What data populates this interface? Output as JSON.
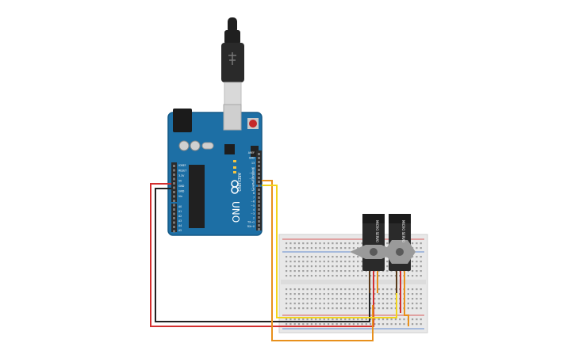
{
  "arduino": {
    "logo_text": "ARDUINO",
    "model": "UNO",
    "power_header_labels": [
      "IOREF",
      "RESET",
      "3.3V",
      "5V",
      "GND",
      "GND",
      "Vin"
    ],
    "analog_header_labels": [
      "A0",
      "A1",
      "A2",
      "A3",
      "A4",
      "A5"
    ],
    "digital_header_labels": [
      "AREF",
      "GND",
      "13",
      "12",
      "~11",
      "~10",
      "~9",
      "8",
      "7",
      "~6",
      "~5",
      "4",
      "~3",
      "2",
      "TX→1",
      "RX←0"
    ],
    "side_label": "DIGITAL (PWM~)",
    "led_labels": [
      "L",
      "TX",
      "RX",
      "ON"
    ]
  },
  "servos": [
    {
      "label": "MICRO SERVO"
    },
    {
      "label": "MICRO SERVO"
    }
  ],
  "colors": {
    "board": "#1d6fa5",
    "board_dark": "#165a87",
    "header": "#2b2b2b",
    "breadboard": "#e8e8e8",
    "wire_red": "#d32f2f",
    "wire_black": "#222222",
    "wire_orange": "#e8901c",
    "wire_yellow": "#f2d31b",
    "servo_body": "#2a2a2a",
    "servo_horn": "#9a9a9a"
  }
}
